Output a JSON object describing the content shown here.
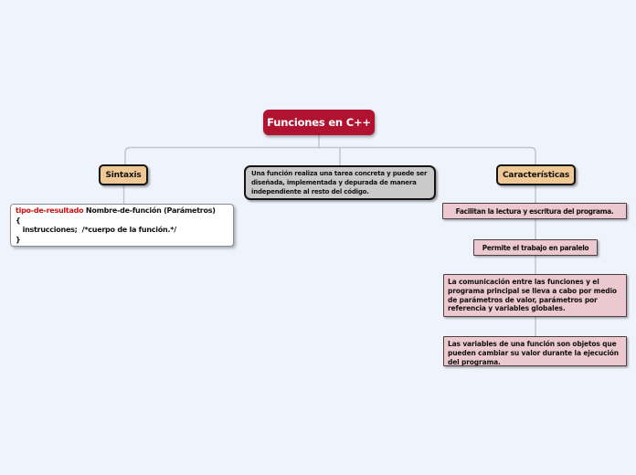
{
  "page": {
    "title": "Funciones en C++",
    "background_color": "#eff3fb",
    "connector_color": "#c2c6ce"
  },
  "root": {
    "label": "Funciones en C++",
    "color": "#b11230",
    "text_color": "#ffffff"
  },
  "branches": {
    "sintaxis": {
      "label": "Sintaxis",
      "color": "#efc893",
      "code": {
        "keyword": "tipo-de-resultado",
        "keyword_color": "#cc1111",
        "signature": " Nombre-de-función (Parámetros)",
        "open_brace": "{",
        "body": "   instrucciones;  /*cuerpo de la función.*/",
        "close_brace": "}"
      }
    },
    "definicion": {
      "text": "Una función realiza una tarea concreta y puede ser diseñada, implementada y depurada de manera independiente al resto del código.",
      "color": "#c9c9c9"
    },
    "caracteristicas": {
      "label": "Características",
      "color": "#efc893",
      "item_color": "#ecc9d1",
      "items": [
        {
          "text": "Facilitan la lectura y escritura del programa."
        },
        {
          "text": "Permite el trabajo en paralelo"
        },
        {
          "text": "La comunicación entre las funciones y el programa principal se lleva a cabo por medio de parámetros de valor, parámetros por referencia y variables globales."
        },
        {
          "text": "Las variables de una función son objetos que pueden cambiar su valor durante la ejecución del programa."
        }
      ]
    }
  }
}
